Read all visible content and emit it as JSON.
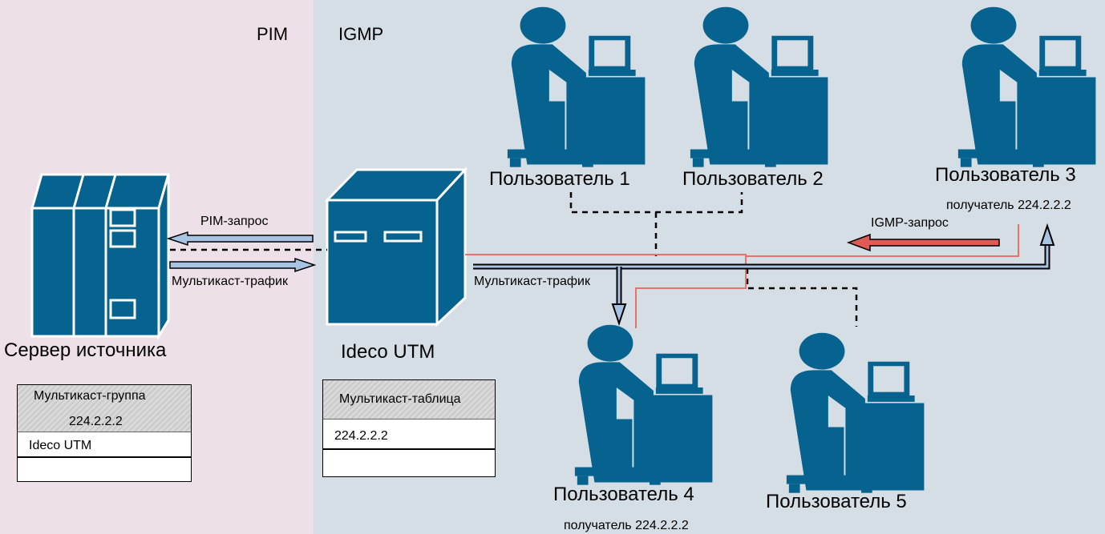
{
  "zones": {
    "pim": "PIM",
    "igmp": "IGMP",
    "pim_color": "#ede0e8",
    "igmp_color": "#d5dde5"
  },
  "colors": {
    "icon": "#06638f",
    "red_line": "#e8726b",
    "arrow_fill": "#a8c4e4",
    "red_arrow": "#e05b55"
  },
  "server": {
    "label": "Сервер источника",
    "icon": "server-rack-icon",
    "table": {
      "header": [
        "Мультикаст-группа",
        "224.2.2.2"
      ],
      "rows": [
        "Ideco UTM",
        ""
      ]
    }
  },
  "utm": {
    "label": "Ideco UTM",
    "icon": "server-box-icon",
    "table": {
      "header": "Мультикаст-таблица",
      "rows": [
        "224.2.2.2",
        ""
      ]
    }
  },
  "users": [
    {
      "label": "Пользователь 1",
      "note": "",
      "icon": "user-computer-icon"
    },
    {
      "label": "Пользователь 2",
      "note": "",
      "icon": "user-computer-icon"
    },
    {
      "label": "Пользователь 3",
      "note": "получатель 224.2.2.2",
      "icon": "user-computer-icon"
    },
    {
      "label": "Пользователь 4",
      "note": "получатель 224.2.2.2",
      "icon": "user-computer-icon"
    },
    {
      "label": "Пользователь 5",
      "note": "",
      "icon": "user-computer-icon"
    }
  ],
  "arrows": {
    "pim_request": "PIM-запрос",
    "multicast_left": "Мультикаст-трафик",
    "multicast_right": "Мультикаст-трафик",
    "igmp_request": "IGMP-запрос"
  }
}
